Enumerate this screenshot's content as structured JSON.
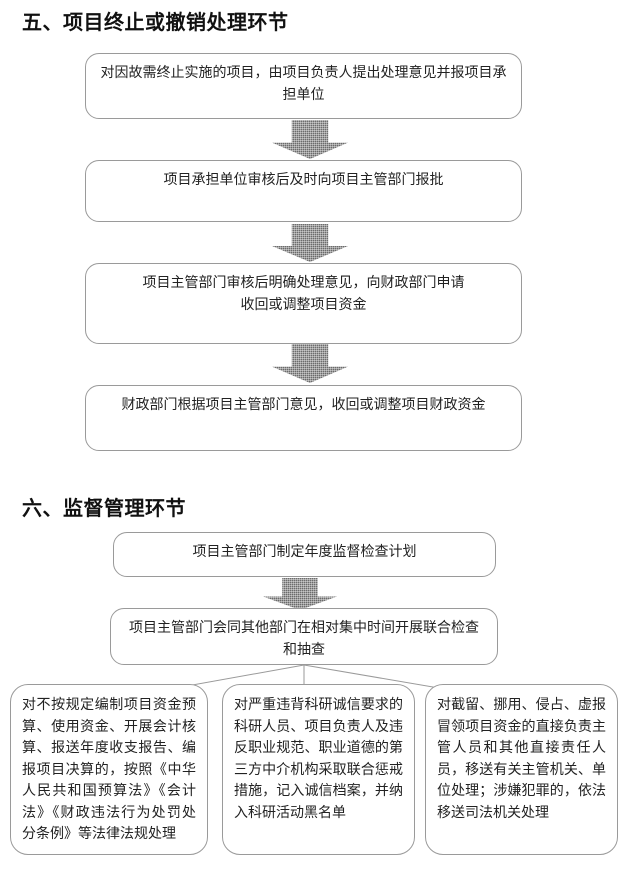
{
  "document": {
    "sections": [
      {
        "id": "section-5",
        "heading": "五、项目终止或撤销处理环节",
        "steps": [
          {
            "id": "s5-step-1",
            "text": "对因故需终止实施的项目，由项目负责人提出处理意见并报项目承\n担单位"
          },
          {
            "id": "s5-step-2",
            "text": "项目承担单位审核后及时向项目主管部门报批"
          },
          {
            "id": "s5-step-3",
            "text": "项目主管部门审核后明确处理意见，向财政部门申请\n收回或调整项目资金"
          },
          {
            "id": "s5-step-4",
            "text": "财政部门根据项目主管部门意见，收回或调整项目财政资金"
          }
        ],
        "connectors": [
          {
            "id": "s5-arrow-1",
            "type": "down-block-arrow"
          },
          {
            "id": "s5-arrow-2",
            "type": "down-block-arrow"
          },
          {
            "id": "s5-arrow-3",
            "type": "down-block-arrow"
          }
        ]
      },
      {
        "id": "section-6",
        "heading": "六、监督管理环节",
        "steps": [
          {
            "id": "s6-step-1",
            "text": "项目主管部门制定年度监督检查计划"
          },
          {
            "id": "s6-step-2",
            "text": "项目主管部门会同其他部门在相对集中时间开展联合检查\n和抽查"
          }
        ],
        "connectors": [
          {
            "id": "s6-arrow-1",
            "type": "down-block-arrow"
          },
          {
            "id": "s6-fan",
            "type": "three-way-fan"
          }
        ],
        "outcomes": [
          {
            "id": "s6-outcome-left",
            "text": "对不按规定编制项目资金预算、使用资金、开展会计核算、报送年度收支报告、编报项目决算的，按照《中华人民共和国预算法》《会计法》《财政违法行为处罚处分条例》等法律法规处理"
          },
          {
            "id": "s6-outcome-middle",
            "text": "对严重违背科研诚信要求的科研人员、项目负责人及违反职业规范、职业道德的第三方中介机构采取联合惩戒措施，记入诚信档案，并纳入科研活动黑名单"
          },
          {
            "id": "s6-outcome-right",
            "text": "对截留、挪用、侵占、虚报冒领项目资金的直接负责主管人员和其他直接责任人员，移送有关主管机关、单位处理；涉嫌犯罪的，依法移送司法机关处理"
          }
        ]
      }
    ]
  },
  "style": {
    "page_background": "#ffffff",
    "box_border": "#9a9a9a",
    "arrow_fill": "#8f8f8f",
    "text_color": "#222222",
    "heading_color": "#111111"
  }
}
